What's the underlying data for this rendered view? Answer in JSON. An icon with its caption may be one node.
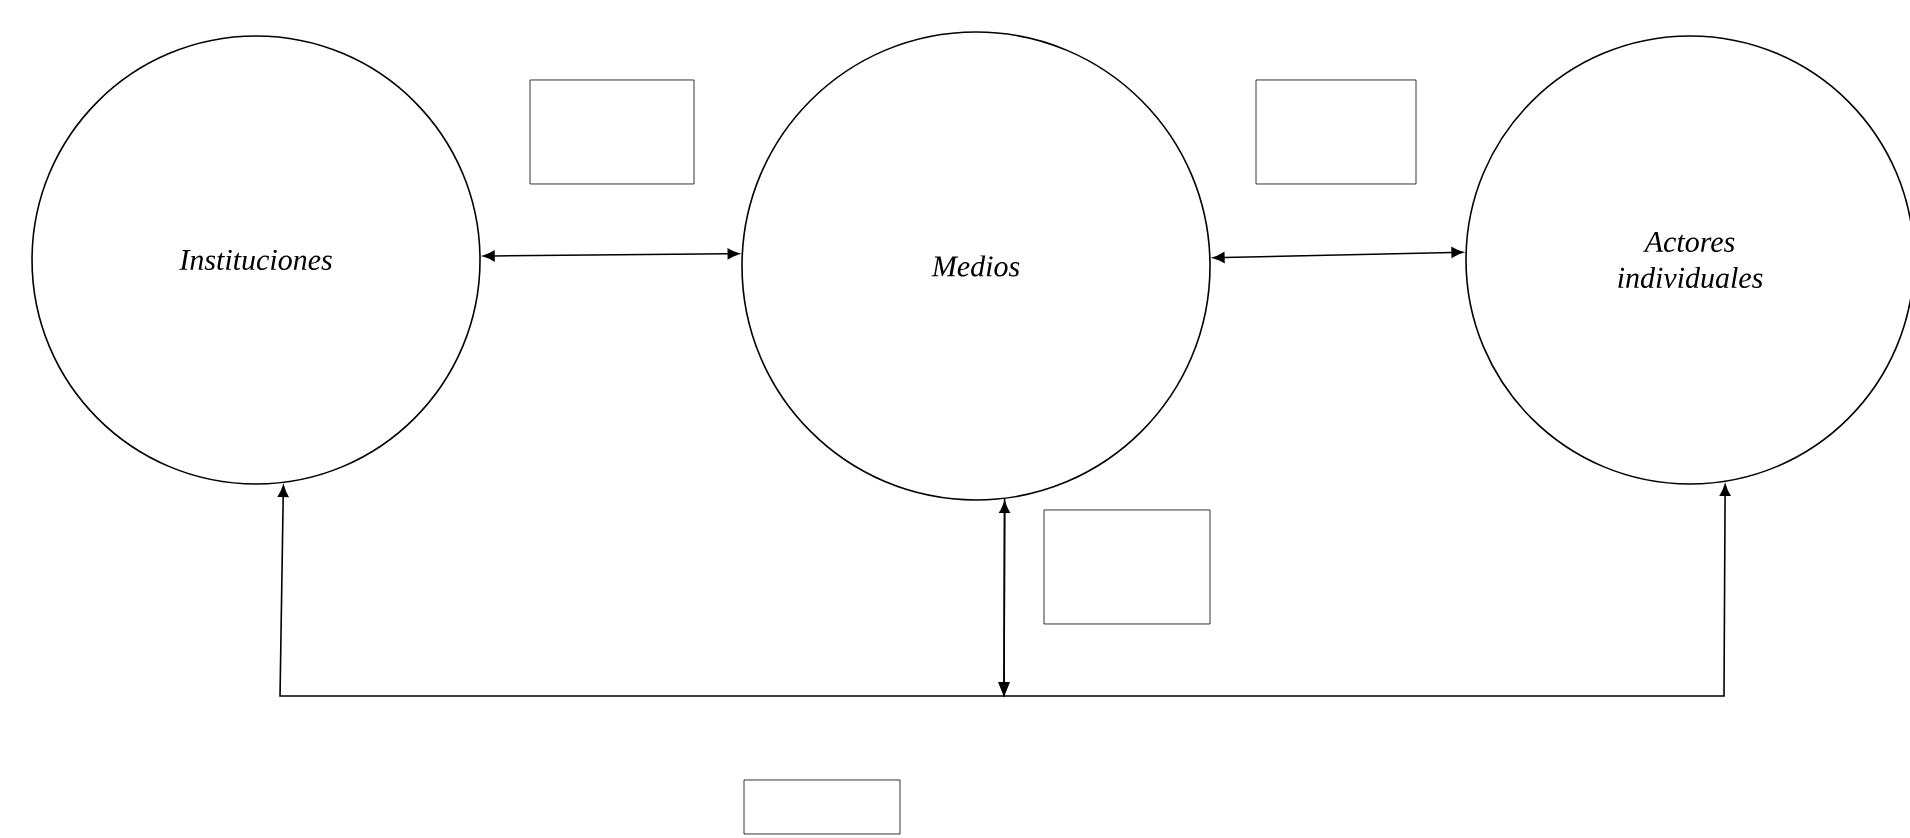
{
  "diagram": {
    "nodes": [
      {
        "text": [
          "Instituciones"
        ]
      },
      {
        "text": [
          "Medios"
        ]
      },
      {
        "text": [
          "Actores individuales"
        ]
      },
      {
        "text": [],
        "shape": "box"
      },
      {
        "text": [],
        "shape": "box"
      },
      {
        "text": [],
        "shape": "box"
      },
      {
        "text": [],
        "shape": "box"
      }
    ],
    "edges": [
      {
        "from": 0,
        "to": 1,
        "arrow": "both"
      },
      {
        "from": 1,
        "to": 2,
        "arrow": "both"
      },
      {
        "from": 1,
        "to": 0,
        "arrow": "both"
      },
      {
        "from": 1,
        "to": 2,
        "arrow": "to"
      }
    ]
  }
}
